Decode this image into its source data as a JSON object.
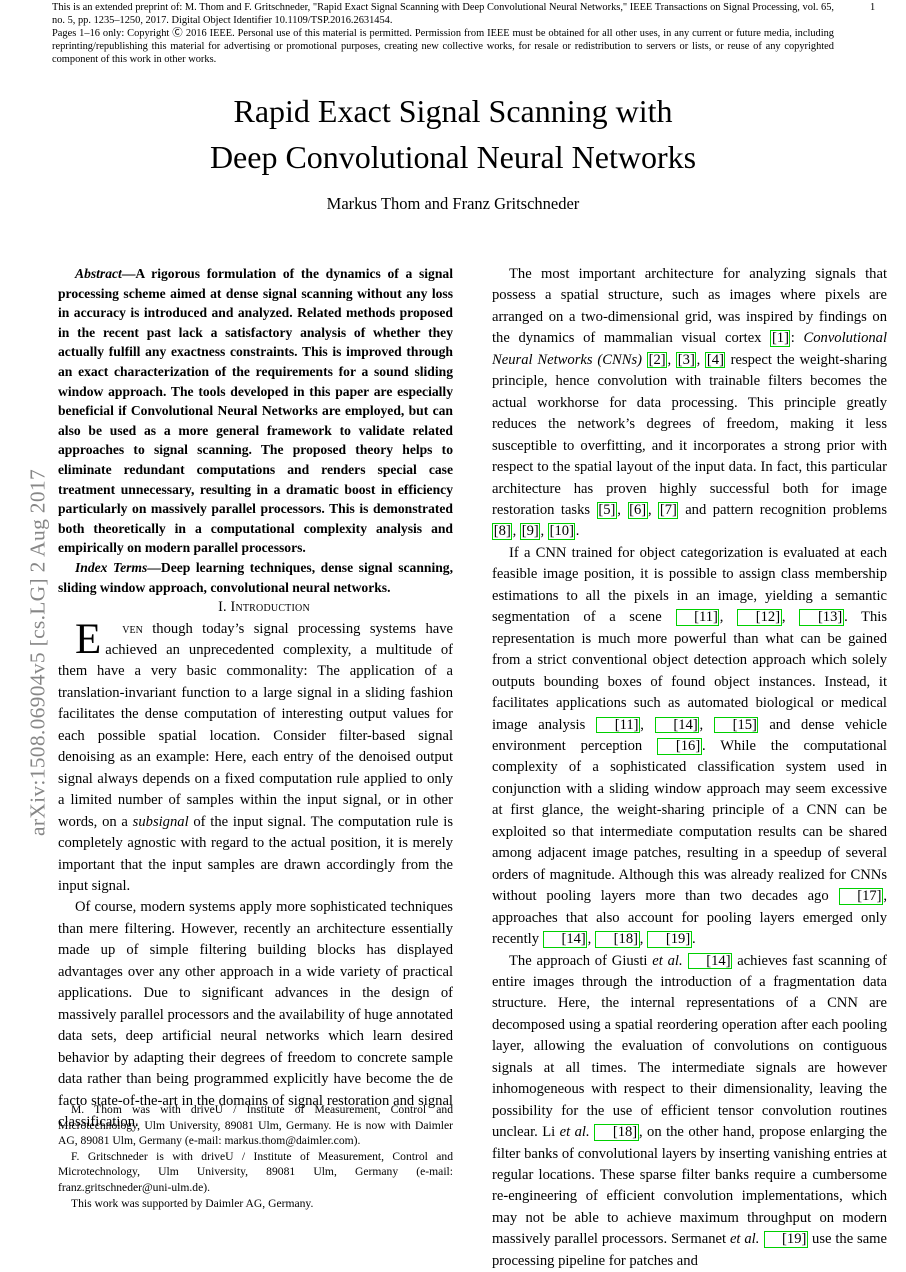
{
  "meta": {
    "page_number": "1",
    "arxiv_stamp": "arXiv:1508.06904v5  [cs.LG]  2 Aug 2017",
    "link_color": "#00d000",
    "stamp_color": "#868686"
  },
  "banner": {
    "line1": "This is an extended preprint of: M. Thom and F. Gritschneder, \"Rapid Exact Signal Scanning with Deep Convolutional Neural Networks,\" IEEE Transactions on Signal Processing, vol. 65, no. 5, pp. 1235–1250, 2017. Digital Object Identifier 10.1109/TSP.2016.2631454.",
    "line2": "Pages 1–16 only: Copyright Ⓒ 2016 IEEE. Personal use of this material is permitted. Permission from IEEE must be obtained for all other uses, in any current or future media, including reprinting/republishing this material for advertising or promotional purposes, creating new collective works, for resale or redistribution to servers or lists, or reuse of any copyrighted component of this work in other works."
  },
  "title": {
    "line1": "Rapid Exact Signal Scanning with",
    "line2": "Deep Convolutional Neural Networks"
  },
  "authors": "Markus Thom and Franz Gritschneder",
  "abstract": {
    "lead": "Abstract",
    "dash": "—",
    "body": "A rigorous formulation of the dynamics of a signal processing scheme aimed at dense signal scanning without any loss in accuracy is introduced and analyzed. Related methods proposed in the recent past lack a satisfactory analysis of whether they actually fulfill any exactness constraints. This is improved through an exact characterization of the requirements for a sound sliding window approach. The tools developed in this paper are especially beneficial if Convolutional Neural Networks are employed, but can also be used as a more general framework to validate related approaches to signal scanning. The proposed theory helps to eliminate redundant computations and renders special case treatment unnecessary, resulting in a dramatic boost in efficiency particularly on massively parallel processors. This is demonstrated both theoretically in a computational complexity analysis and empirically on modern parallel processors."
  },
  "index_terms": {
    "lead": "Index Terms",
    "dash": "—",
    "body": "Deep learning techniques, dense signal scanning, sliding window approach, convolutional neural networks."
  },
  "sections": {
    "introduction_heading": "I.  Introduction"
  },
  "left_column": {
    "p1_dropcap": "E",
    "p1_smallcaps": "ven",
    "p1_a": " though today’s signal processing systems have achieved an unprecedented complexity, a multitude of them have a very basic commonality: The application of a translation-invariant function to a large signal in a sliding fashion facilitates the dense computation of interesting output values for each possible spatial location. Consider filter-based signal denoising as an example: Here, each entry of the denoised output signal always depends on a fixed computation rule applied to only a limited number of samples within the input signal, or in other words, on a ",
    "p1_em": "subsignal",
    "p1_b": " of the input signal. The computation rule is completely agnostic with regard to the actual position, it is merely important that the input samples are drawn accordingly from the input signal.",
    "p2": "Of course, modern systems apply more sophisticated techniques than mere filtering. However, recently an architecture essentially made up of simple filtering building blocks has displayed advantages over any other approach in a wide variety of practical applications. Due to significant advances in the design of massively parallel processors and the availability of huge annotated data sets, deep artificial neural networks which learn desired behavior by adapting their degrees of freedom to concrete sample data rather than being programmed explicitly have become the de facto state-of-the-art in the domains of signal restoration and signal classification."
  },
  "footnotes": {
    "f1_a": "M. Thom was with driveU / Institute of Measurement, Control and Microtechnology, Ulm University, 89081 Ulm, Germany. He is now with Daimler AG, 89081 Ulm, Germany (e-mail: markus.thom@daimler.com).",
    "f2_a": "F. Gritschneder is with driveU / Institute of Measurement, Control and Microtechnology, Ulm University, 89081 Ulm, Germany (e-mail: franz.gritschneder@uni-ulm.de).",
    "f3_a": "This work was supported by Daimler AG, Germany."
  },
  "right_column": {
    "p1_a": "The most important architecture for analyzing signals that possess a spatial structure, such as images where pixels are arranged on a two-dimensional grid, was inspired by findings on the dynamics of mammalian visual cortex ",
    "p1_c1": "[1]",
    "p1_b": ": ",
    "p1_em": "Convolutional Neural Networks (CNNs)",
    "p1_c2": "[2]",
    "p1_c3": "[3]",
    "p1_c4": "[4]",
    "p1_c": " respect the weight-sharing principle, hence convolution with trainable filters becomes the actual workhorse for data processing. This principle greatly reduces the network’s degrees of freedom, making it less susceptible to overfitting, and it incorporates a strong prior with respect to the spatial layout of the input data. In fact, this particular architecture has proven highly successful both for image restoration tasks ",
    "p1_c5": "[5]",
    "p1_c6": "[6]",
    "p1_c7": "[7]",
    "p1_d": " and pattern recognition problems ",
    "p1_c8": "[8]",
    "p1_c9": "[9]",
    "p1_c10": "[10]",
    "p1_e": ".",
    "p2_a": "If a CNN trained for object categorization is evaluated at each feasible image position, it is possible to assign class membership estimations to all the pixels in an image, yielding a semantic segmentation of a scene ",
    "p2_c11": "[11]",
    "p2_c12": "[12]",
    "p2_c13": "[13]",
    "p2_b": ". This representation is much more powerful than what can be gained from a strict conventional object detection approach which solely outputs bounding boxes of found object instances. Instead, it facilitates applications such as automated biological or medical image analysis ",
    "p2_c11b": "[11]",
    "p2_c14": "[14]",
    "p2_c15": "[15]",
    "p2_c": " and dense vehicle environment perception ",
    "p2_c16": "[16]",
    "p2_d": ". While the computational complexity of a sophisticated classification system used in conjunction with a sliding window approach may seem excessive at first glance, the weight-sharing principle of a CNN can be exploited so that intermediate computation results can be shared among adjacent image patches, resulting in a speedup of several orders of magnitude. Although this was already realized for CNNs without pooling layers more than two decades ago ",
    "p2_c17": "[17]",
    "p2_e": ", approaches that also account for pooling layers emerged only recently ",
    "p2_c14b": "[14]",
    "p2_c18": "[18]",
    "p2_c19": "[19]",
    "p2_f": ".",
    "p3_a": "The approach of Giusti ",
    "p3_em1": "et al.",
    "p3_c14": "[14]",
    "p3_b": " achieves fast scanning of entire images through the introduction of a fragmentation data structure. Here, the internal representations of a CNN are decomposed using a spatial reordering operation after each pooling layer, allowing the evaluation of convolutions on contiguous signals at all times. The intermediate signals are however inhomogeneous with respect to their dimensionality, leaving the possibility for the use of efficient tensor convolution routines unclear. Li ",
    "p3_em2": "et al.",
    "p3_c18": "[18]",
    "p3_c": ", on the other hand, propose enlarging the filter banks of convolutional layers by inserting vanishing entries at regular locations. These sparse filter banks require a cumbersome re-engineering of efficient convolution implementations, which may not be able to achieve maximum throughput on modern massively parallel processors. Sermanet ",
    "p3_em3": "et al.",
    "p3_c19": "[19]",
    "p3_d": " use the same processing pipeline for patches and"
  }
}
